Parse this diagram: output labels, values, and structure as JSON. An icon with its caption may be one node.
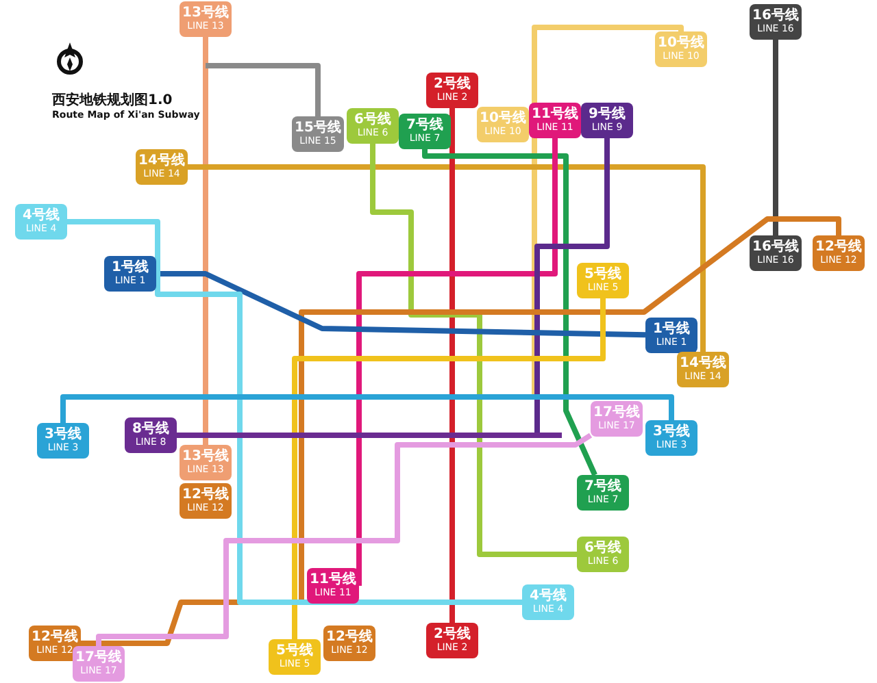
{
  "diagram": {
    "title": "西安地铁规划图1.0",
    "nodes": [
      {
        "text": [
          "13号线",
          "LINE 13"
        ]
      },
      {
        "text": [
          "16号线",
          "LINE 16"
        ]
      },
      {
        "text": [
          "10号线",
          "LINE 10"
        ]
      },
      {
        "text": [
          "2号线",
          "LINE 2"
        ]
      },
      {
        "text": [
          "10号线",
          "LINE 10"
        ]
      },
      {
        "text": [
          "11号线",
          "LINE 11"
        ]
      },
      {
        "text": [
          "9号线",
          "LINE 9"
        ]
      },
      {
        "text": [
          "6号线",
          "LINE 6"
        ]
      },
      {
        "text": [
          "15号线",
          "LINE 15"
        ]
      },
      {
        "text": [
          "7号线",
          "LINE 7"
        ]
      },
      {
        "text": [
          "14号线",
          "LINE 14"
        ]
      },
      {
        "text": [
          "4号线",
          "LINE 4"
        ]
      },
      {
        "text": [
          "16号线",
          "LINE 16"
        ]
      },
      {
        "text": [
          "12号线",
          "LINE 12"
        ]
      },
      {
        "text": [
          "1号线",
          "LINE 1"
        ]
      },
      {
        "text": [
          "5号线",
          "LINE 5"
        ]
      },
      {
        "text": [
          "1号线",
          "LINE 1"
        ]
      },
      {
        "text": [
          "14号线",
          "LINE 14"
        ]
      },
      {
        "text": [
          "17号线",
          "LINE 17"
        ]
      },
      {
        "text": [
          "8号线",
          "LINE 8"
        ]
      },
      {
        "text": [
          "3号线",
          "LINE 3"
        ]
      },
      {
        "text": [
          "3号线",
          "LINE 3"
        ]
      },
      {
        "text": [
          "13号线",
          "LINE 13"
        ]
      },
      {
        "text": [
          "12号线",
          "LINE 12"
        ]
      },
      {
        "text": [
          "7号线",
          "LINE 7"
        ]
      },
      {
        "text": [
          "6号线",
          "LINE 6"
        ]
      },
      {
        "text": [
          "11号线",
          "LINE 11"
        ]
      },
      {
        "text": [
          "4号线",
          "LINE 4"
        ]
      },
      {
        "text": [
          "2号线",
          "LINE 2"
        ]
      },
      {
        "text": [
          "12号线",
          "LINE 12"
        ]
      },
      {
        "text": [
          "12号线",
          "LINE 12"
        ]
      },
      {
        "text": [
          "5号线",
          "LINE 5"
        ]
      },
      {
        "text": [
          "17号线",
          "LINE 17"
        ]
      }
    ],
    "edges": [
      {
        "from": 0,
        "to": 22,
        "arrow": "none",
        "color": "#ef9e72"
      },
      {
        "from": 8,
        "to": null,
        "arrow": "none",
        "color": "#8a8a8a"
      },
      {
        "from": 1,
        "to": 12,
        "arrow": "none",
        "color": "#444444"
      },
      {
        "from": 2,
        "to": null,
        "arrow": "none",
        "color": "#f3cd6a"
      },
      {
        "from": 10,
        "to": 17,
        "arrow": "none",
        "color": "#d9a126"
      },
      {
        "from": 3,
        "to": 28,
        "arrow": "none",
        "color": "#d4202a"
      },
      {
        "from": 9,
        "to": 24,
        "arrow": "none",
        "color": "#20a050"
      },
      {
        "from": 7,
        "to": 25,
        "arrow": "none",
        "color": "#9dc93c"
      },
      {
        "from": 5,
        "to": 26,
        "arrow": "none",
        "color": "#e0187a"
      },
      {
        "from": 6,
        "to": null,
        "arrow": "none",
        "color": "#5b2a8c"
      },
      {
        "from": 30,
        "to": 13,
        "arrow": "none",
        "color": "#d47a22"
      },
      {
        "from": 14,
        "to": 16,
        "arrow": "none",
        "color": "#1f5fa8"
      },
      {
        "from": 15,
        "to": 31,
        "arrow": "none",
        "color": "#f0c21c"
      },
      {
        "from": 11,
        "to": 27,
        "arrow": "none",
        "color": "#6fd8ec"
      },
      {
        "from": 21,
        "to": 20,
        "arrow": "none",
        "color": "#2aa3d6"
      },
      {
        "from": 19,
        "to": null,
        "arrow": "none",
        "color": "#6a2c91"
      },
      {
        "from": 18,
        "to": 32,
        "arrow": "none",
        "color": "#e49be0"
      }
    ],
    "labels": [
      "Route Map of Xi'an Subway"
    ]
  }
}
